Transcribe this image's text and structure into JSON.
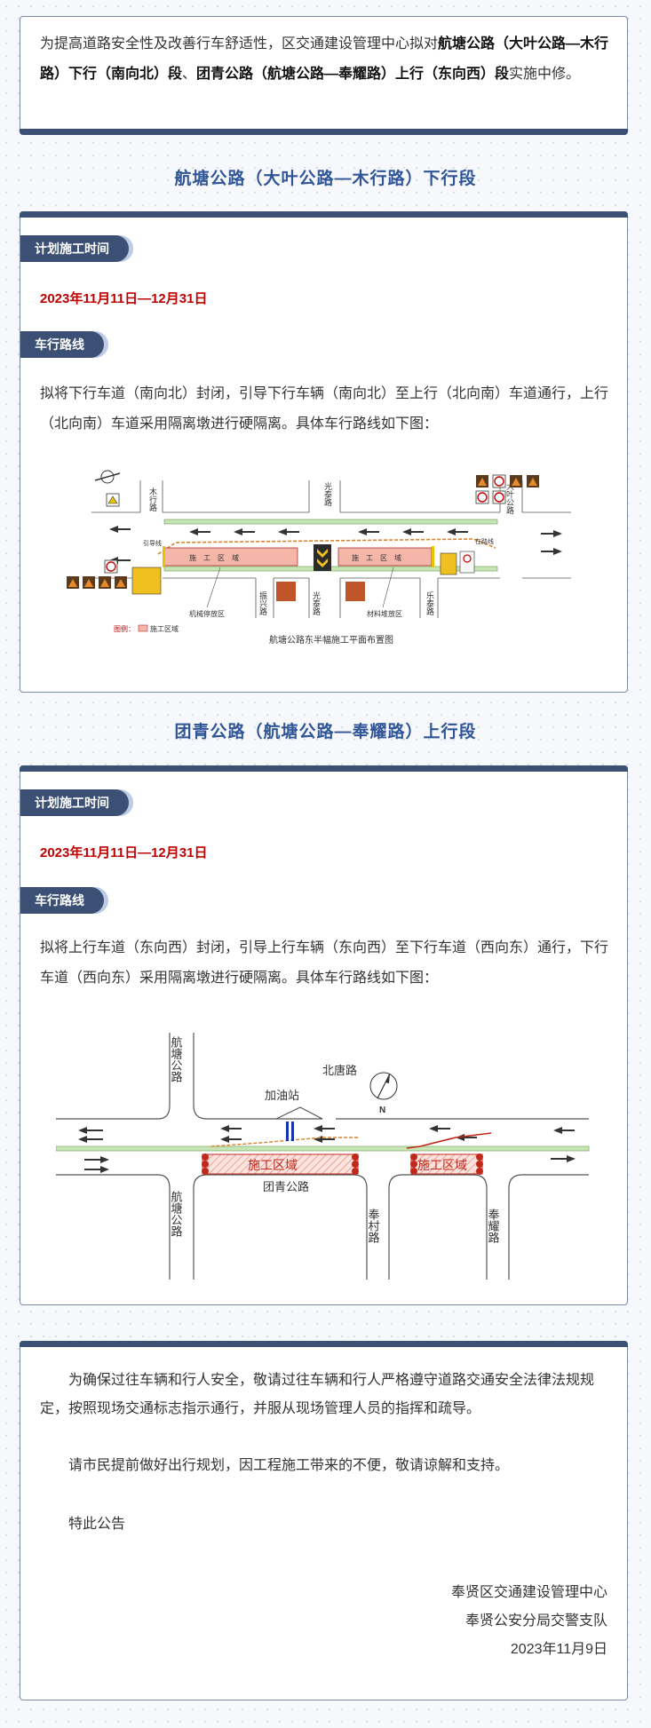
{
  "intro": {
    "t1": "为提高道路安全性及改善行车舒适性，区交通建设管理中心拟对",
    "b1": "航塘公路（大叶公路—木行路）下行（南向北）段",
    "t2": "、",
    "b2": "团青公路（航塘公路—奉耀路）上行（东向西）段",
    "t3": "实施中修。"
  },
  "section1": {
    "title": "航塘公路（大叶公路—木行路）下行段",
    "time_label": "计划施工时间",
    "date": "2023年11月11日—12月31日",
    "route_label": "车行路线",
    "route_text": "拟将下行车道（南向北）封闭，引导下行车辆（南向北）至上行（北向南）车道通行，上行（北向南）车道采用隔离墩进行硬隔离。具体车行路线如下图：",
    "diagram": {
      "road_mu": "木行路",
      "road_guangtai1": "光泰路",
      "road_dongye": "大叶公路",
      "road_guangtai2": "光泰路",
      "road_zhendong": "振兴路",
      "road_leitai": "乐泰路",
      "zone1": "施　工　区　域",
      "zone2": "施　工　区　域",
      "guide": "引导线",
      "lane_sign": "在路线",
      "machine": "机械停放区",
      "material": "材料堆放区",
      "legend_label": "图例：",
      "legend_item": "施工区域",
      "caption": "航塘公路东半幅施工平面布置图"
    }
  },
  "section2": {
    "title": "团青公路（航塘公路—奉耀路）上行段",
    "time_label": "计划施工时间",
    "date": "2023年11月11日—12月31日",
    "route_label": "车行路线",
    "route_text": "拟将上行车道（东向西）封闭，引导上行车辆（东向西）至下行车道（西向东）通行，下行车道（西向东）采用隔离墩进行硬隔离。具体车行路线如下图：",
    "diagram": {
      "road_hangtang_top": "航塘公路",
      "road_hangtang_bottom": "航塘公路",
      "gas_station": "加油站",
      "road_beitang": "北唐路",
      "north": "N",
      "zone1": "施工区域",
      "zone2": "施工区域",
      "road_tuanqing": "团青公路",
      "road_fengcun": "奉村路",
      "road_fengyao": "奉耀路"
    }
  },
  "notice": {
    "p1": "为确保过往车辆和行人安全，敬请过往车辆和行人严格遵守道路交通安全法律法规规定，按照现场交通标志指示通行，并服从现场管理人员的指挥和疏导。",
    "p2": "请市民提前做好出行规划，因工程施工带来的不便，敬请谅解和支持。",
    "p3": "特此公告",
    "sign1": "奉贤区交通建设管理中心",
    "sign2": "奉贤公安分局交警支队",
    "date": "2023年11月9日"
  },
  "colors": {
    "navy": "#3c4f74",
    "title_blue": "#2f5597",
    "date_red": "#c00000"
  }
}
